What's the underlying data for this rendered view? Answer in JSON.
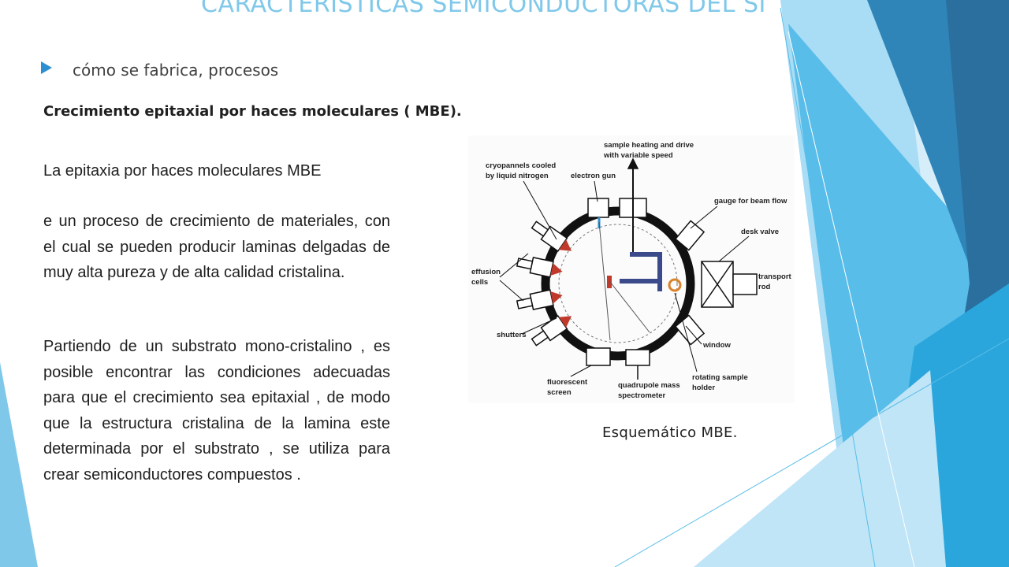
{
  "slide": {
    "title": "CARACTERÍSTICAS SEMICONDUCTORAS DEL SI",
    "bullet": "cómo se fabrica, procesos",
    "subtitle": "Crecimiento epitaxial por haces moleculares ( MBE).",
    "paragraph1": "La epitaxia por haces moleculares MBE",
    "paragraph2": "e un proceso de crecimiento de materiales, con el cual se pueden producir laminas delgadas de muy  alta pureza y de alta calidad cristalina.",
    "paragraph3": "Partiendo de un substrato mono-cristalino  , es posible encontrar las condiciones adecuadas para que el crecimiento sea epitaxial , de modo que la estructura cristalina de la lamina este determinada por el substrato , se utiliza para crear semiconductores compuestos .",
    "caption": "Esquemático MBE."
  },
  "diagram": {
    "labels": {
      "cryo1": "cryopannels cooled",
      "cryo2": "by liquid nitrogen",
      "electron_gun": "electron gun",
      "heat1": "sample heating and drive",
      "heat2": "with variable speed",
      "gauge": "gauge for beam flow",
      "desk_valve": "desk valve",
      "effusion1": "effusion",
      "effusion2": "cells",
      "transport1": "transport",
      "transport2": "rod",
      "shutters": "shutters",
      "window": "window",
      "fluor1": "fluorescent",
      "fluor2": "screen",
      "quad1": "quadrupole mass",
      "quad2": "spectrometer",
      "rot1": "rotating sample",
      "rot2": "holder"
    }
  },
  "colors": {
    "title": "#7fc8ea",
    "accent_blue": "#2e8fd0",
    "cell_red": "#c0392b"
  }
}
